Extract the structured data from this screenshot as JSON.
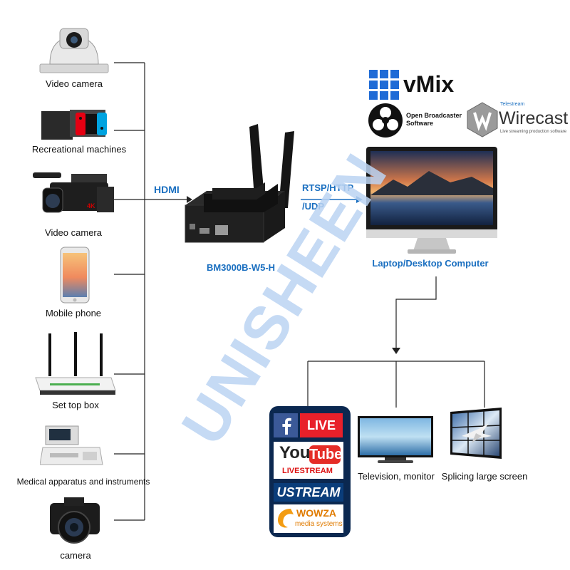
{
  "sources": [
    {
      "label": "Video camera",
      "icon": "ptz-camera-icon"
    },
    {
      "label": "Recreational machines",
      "icon": "game-console-icon"
    },
    {
      "label": "Video camera",
      "icon": "camcorder-icon"
    },
    {
      "label": "Mobile phone",
      "icon": "mobile-phone-icon"
    },
    {
      "label": "Set top box",
      "icon": "router-icon"
    },
    {
      "label": "Medical apparatus and instruments",
      "icon": "medical-device-icon"
    },
    {
      "label": "camera",
      "icon": "dslr-camera-icon"
    }
  ],
  "links": {
    "hdmi": "HDMI",
    "protocol_line1": "RTSP/HTTP",
    "protocol_line2": "/UDP"
  },
  "encoder": {
    "label": "BM3000B-W5-H",
    "icon": "encoder-device-icon"
  },
  "computer": {
    "label": "Laptop/Desktop Computer",
    "icon": "monitor-icon"
  },
  "software": {
    "vmix": "vMix",
    "obs_line1": "Open Broadcaster",
    "obs_line2": "Software",
    "wirecast_brand": "Telestream",
    "wirecast": "Wirecast",
    "wirecast_tagline": "Live streaming production software"
  },
  "platforms": {
    "facebook_live": "LIVE",
    "youtube_you": "You",
    "youtube_tube": "Tube",
    "youtube_livestream": "LIVESTREAM",
    "ustream": "USTREAM",
    "wowza": "WOWZA",
    "wowza_sub": "media systems"
  },
  "outputs": [
    {
      "label": "Television, monitor",
      "icon": "television-icon"
    },
    {
      "label": "Splicing large screen",
      "icon": "video-wall-icon"
    }
  ],
  "watermark": "UNISHEEN",
  "colors": {
    "link_text": "#1a6fc0",
    "line": "#222222",
    "watermark": "#bcd4f3"
  }
}
